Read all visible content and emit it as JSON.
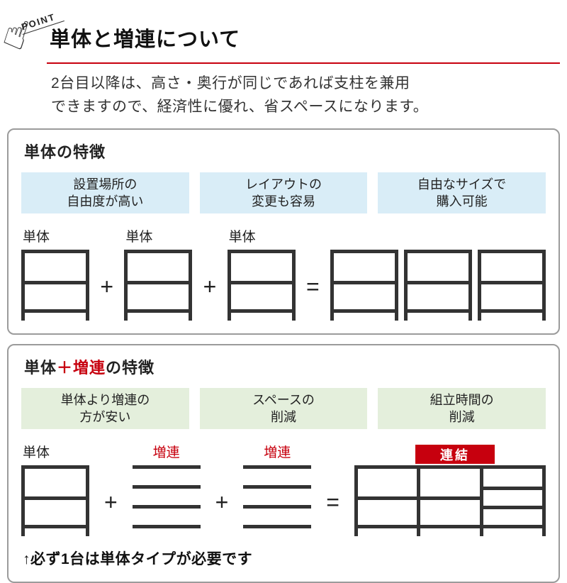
{
  "icons": {
    "hand": "☝"
  },
  "colors": {
    "accent_red": "#c7000e",
    "feature_blue": "#d9edf7",
    "feature_green": "#e4efdc",
    "shelf_dark": "#333333",
    "panel_border": "#9b9b9b"
  },
  "header": {
    "point_label": "POINT",
    "title": "単体と増連について",
    "description": "2台目以降は、高さ・奥行が同じであれば支柱を兼用\nできますので、経済性に優れ、省スペースになります。"
  },
  "standalone_section": {
    "heading": "単体の特徴",
    "features": [
      {
        "text": "設置場所の\n自由度が高い"
      },
      {
        "text": "レイアウトの\n変更も容易"
      },
      {
        "text": "自由なサイズで\n購入可能"
      }
    ],
    "shelf_labels": [
      "単体",
      "単体",
      "単体"
    ],
    "plus": "+",
    "equals": "="
  },
  "combo_section": {
    "heading_parts": [
      {
        "text": "単体",
        "accent": false
      },
      {
        "text": "＋増連",
        "accent": true
      },
      {
        "text": "の特徴",
        "accent": false
      }
    ],
    "features": [
      {
        "text": "単体より増連の\n方が安い"
      },
      {
        "text": "スペースの\n削減"
      },
      {
        "text": "組立時間の\n削減"
      }
    ],
    "shelf_labels": [
      {
        "text": "単体",
        "accent": false
      },
      {
        "text": "増連",
        "accent": true
      },
      {
        "text": "増連",
        "accent": true
      }
    ],
    "link_badge": "連結",
    "plus": "+",
    "equals": "=",
    "footnote": "↑必ず1台は単体タイプが必要です"
  }
}
